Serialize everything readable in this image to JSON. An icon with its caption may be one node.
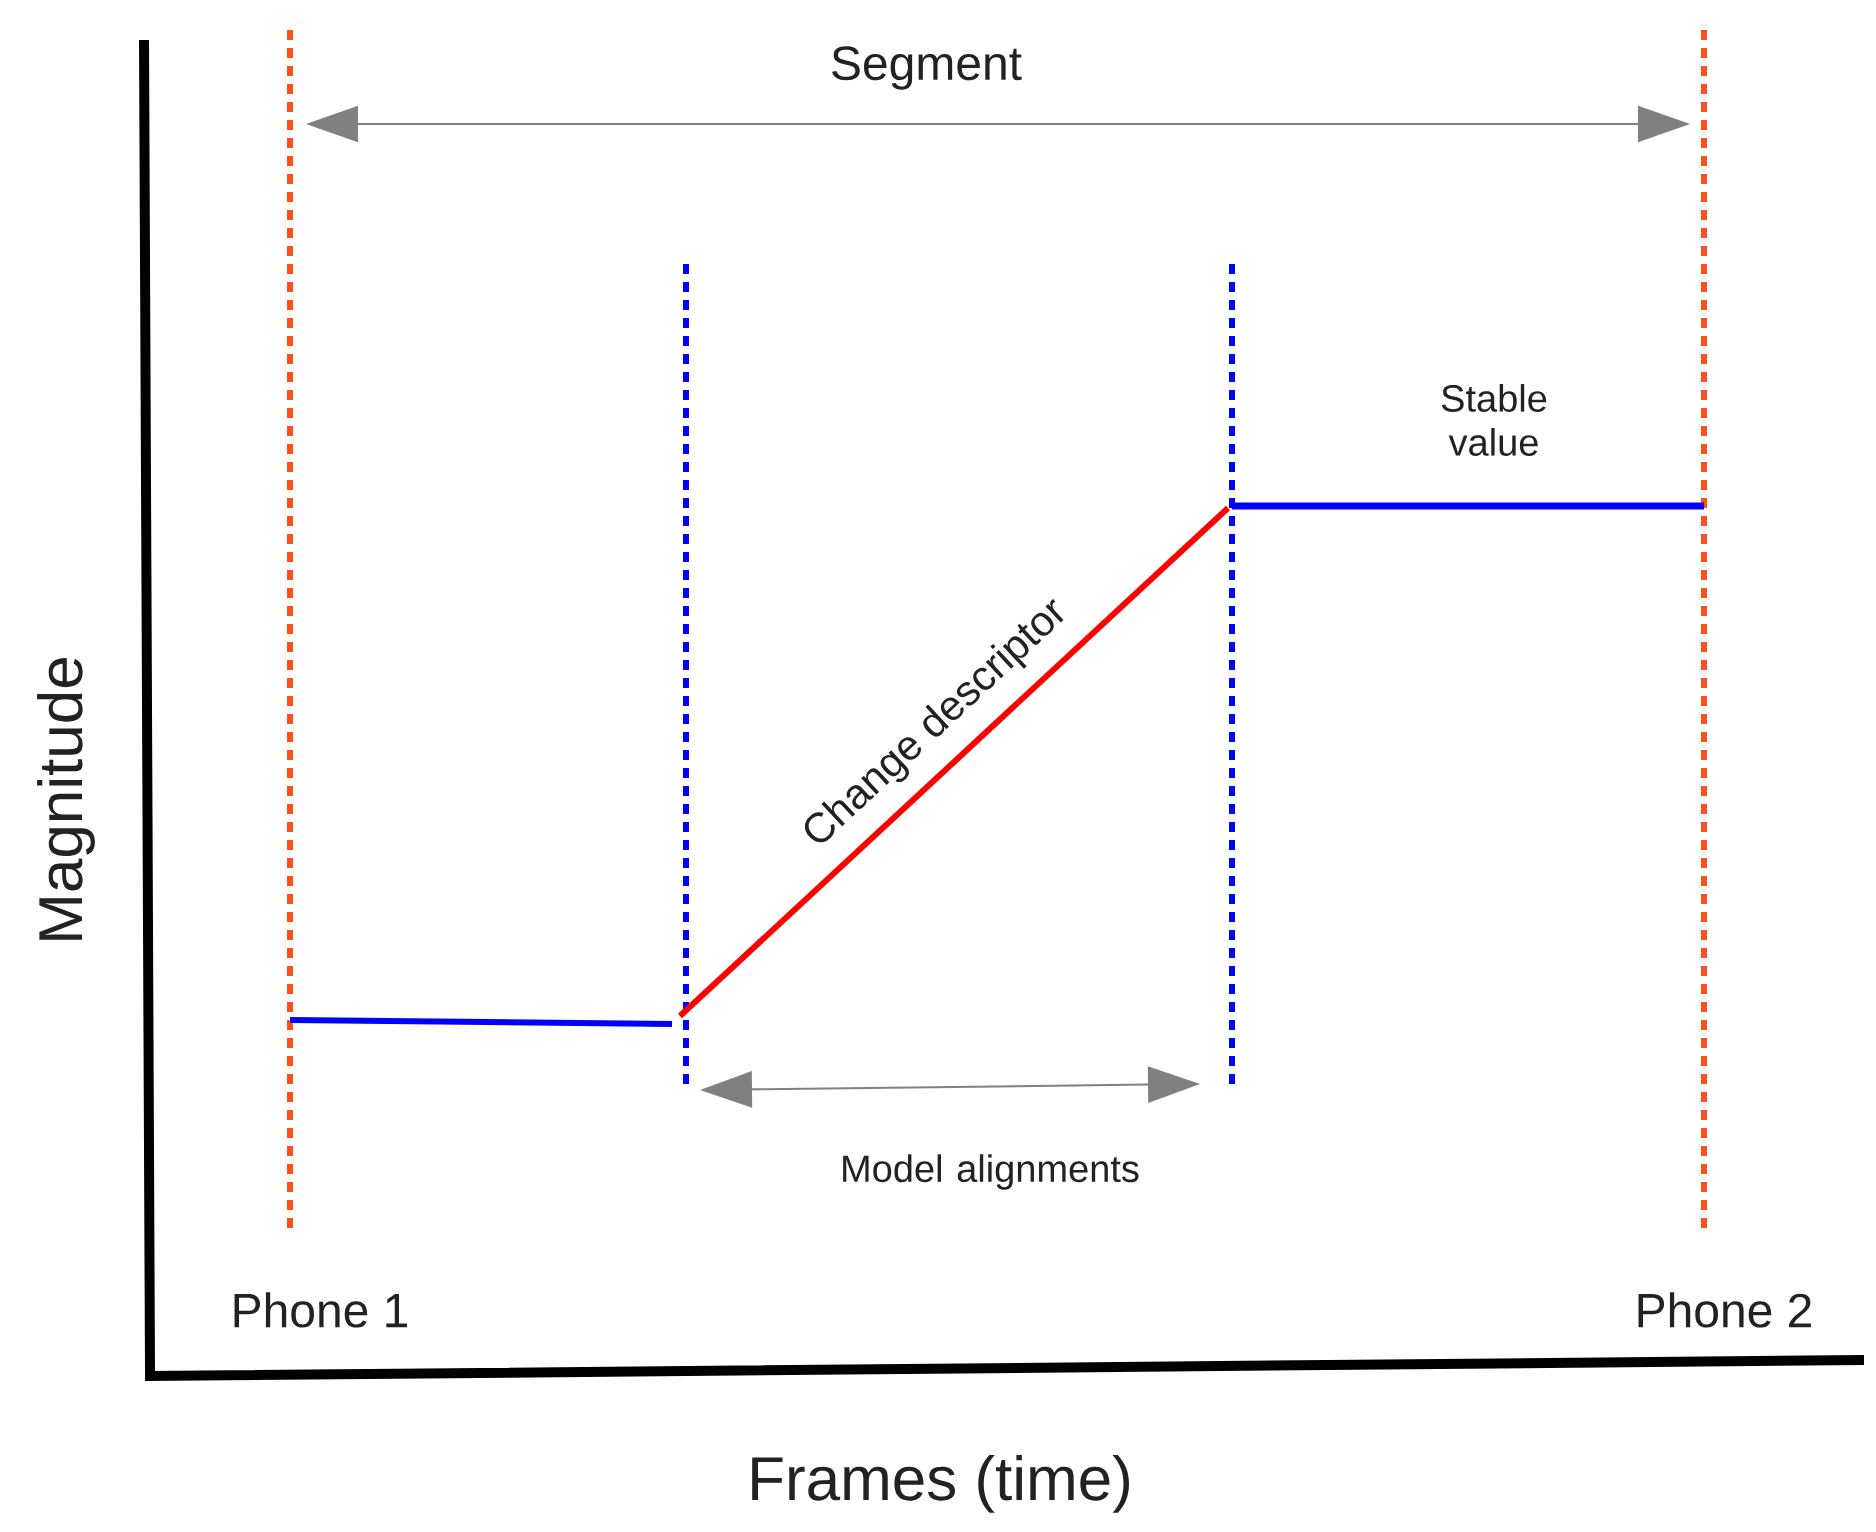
{
  "diagram": {
    "labels": [
      "Segment",
      "Stable value",
      "Change descriptor",
      "Model alignments",
      "Phone 1",
      "Phone 2",
      "Magnitude",
      "Frames (time)"
    ]
  }
}
